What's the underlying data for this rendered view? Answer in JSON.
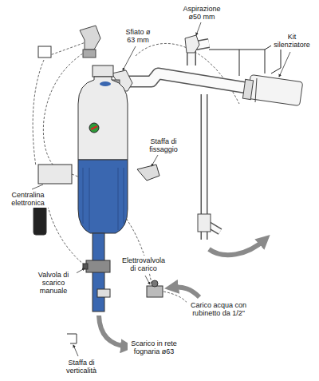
{
  "diagram": {
    "labels": [
      "Aspirazione ø50 mm",
      "Sfiato ø 63 mm",
      "Kit silenziatore",
      "Staffa di fissaggio",
      "Centralina elettronica",
      "Elettrovalvola di carico",
      "Valvola di scarico manuale",
      "Carico acqua con rubinetto da 1/2\"",
      "Scarico in rete fognaria ø63",
      "Staffa di verticalità"
    ]
  }
}
